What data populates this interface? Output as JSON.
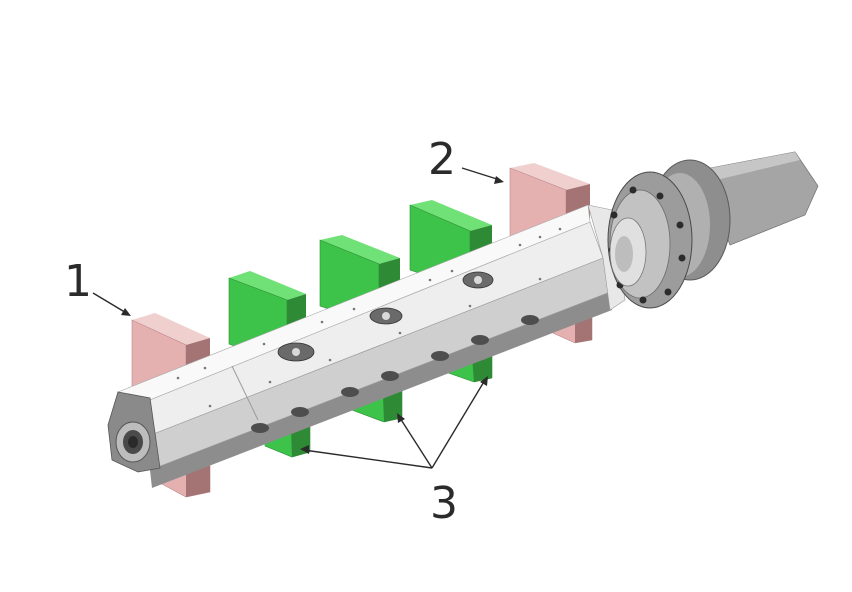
{
  "callouts": {
    "one": "1",
    "two": "2",
    "three": "3"
  },
  "colors": {
    "pink_face": "#e5b0b0",
    "pink_side": "#a47373",
    "green_front": "#3dc34a",
    "green_side": "#2e8a34",
    "green_top": "#70e176",
    "shaft_top": "#f4f4f4",
    "shaft_side": "#d5d5d5",
    "shaft_dark": "#a9a9a9",
    "holder": "#9f9f9f",
    "line": "#2b2b2b"
  }
}
